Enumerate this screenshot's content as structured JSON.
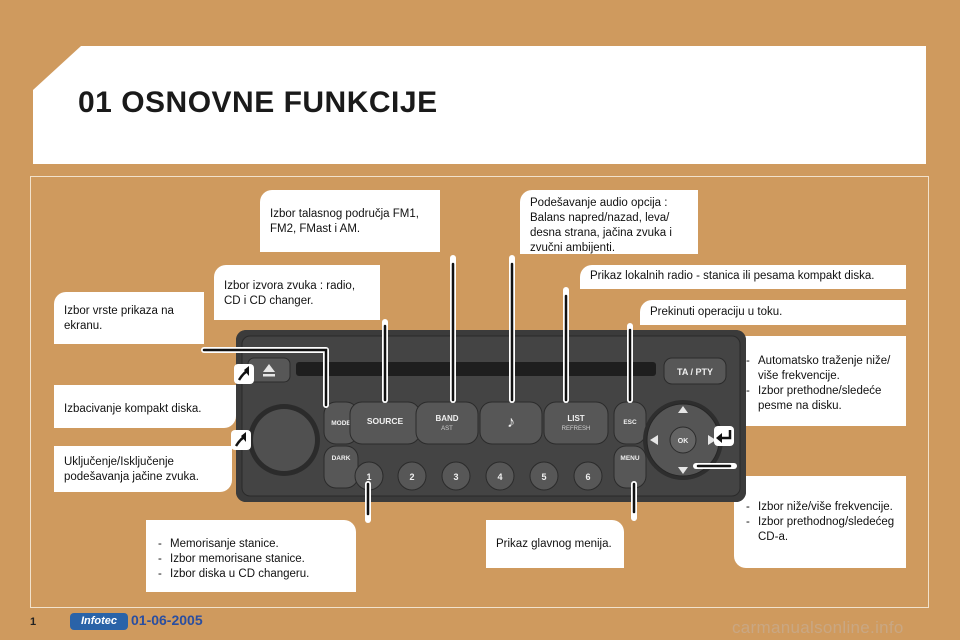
{
  "title": "01 OSNOVNE FUNKCIJE",
  "callouts": {
    "band": "Izbor talasnog područja FM1, FM2, FMast i AM.",
    "audio": "Podešavanje audio opcija : Balans napred/nazad, leva/ desna strana, jačina zvuka i zvučni ambijenti.",
    "source": "Izbor izvora zvuka : radio, CD i CD changer.",
    "list": "Prikaz lokalnih radio - stanica ili pesama kompakt diska.",
    "display": "Izbor vrste prikaza na ekranu.",
    "esc": "Prekinuti operaciju u toku.",
    "eject": "Izbacivanje kompakt diska.",
    "power": "Uključenje/Isključenje podešavanja jačine zvuka.",
    "menu": "Prikaz glavnog menija.",
    "seek": [
      "Automatsko traženje niže/ više frekvencije.",
      "Izbor prethodne/sledeće pesme na disku."
    ],
    "freq": [
      "Izbor niže/više frekvencije.",
      "Izbor prethodnog/sledećeg CD-a."
    ],
    "presets": [
      "Memorisanje stanice.",
      "Izbor memorisane stanice.",
      "Izbor diska u CD changeru."
    ]
  },
  "radio": {
    "mode": "MODE",
    "dark": "DARK",
    "source": "SOURCE",
    "band": "BAND",
    "band_sub": "AST",
    "list": "LIST",
    "list_sub": "REFRESH",
    "esc": "ESC",
    "menu": "MENU",
    "ok": "OK",
    "ta_pty": "TA / PTY",
    "presets": [
      "1",
      "2",
      "3",
      "4",
      "5",
      "6"
    ],
    "audio_icon": "music-note-icon",
    "eject_icon": "eject-icon"
  },
  "footer": {
    "page_number": "1",
    "badge": "Infotec",
    "date": "01-06-2005",
    "watermark": "carmanualsonline.info"
  },
  "colors": {
    "background": "#cf9a5e",
    "card": "#ffffff",
    "radio_body": "#3b3b3b",
    "date": "#2a4ea0"
  }
}
